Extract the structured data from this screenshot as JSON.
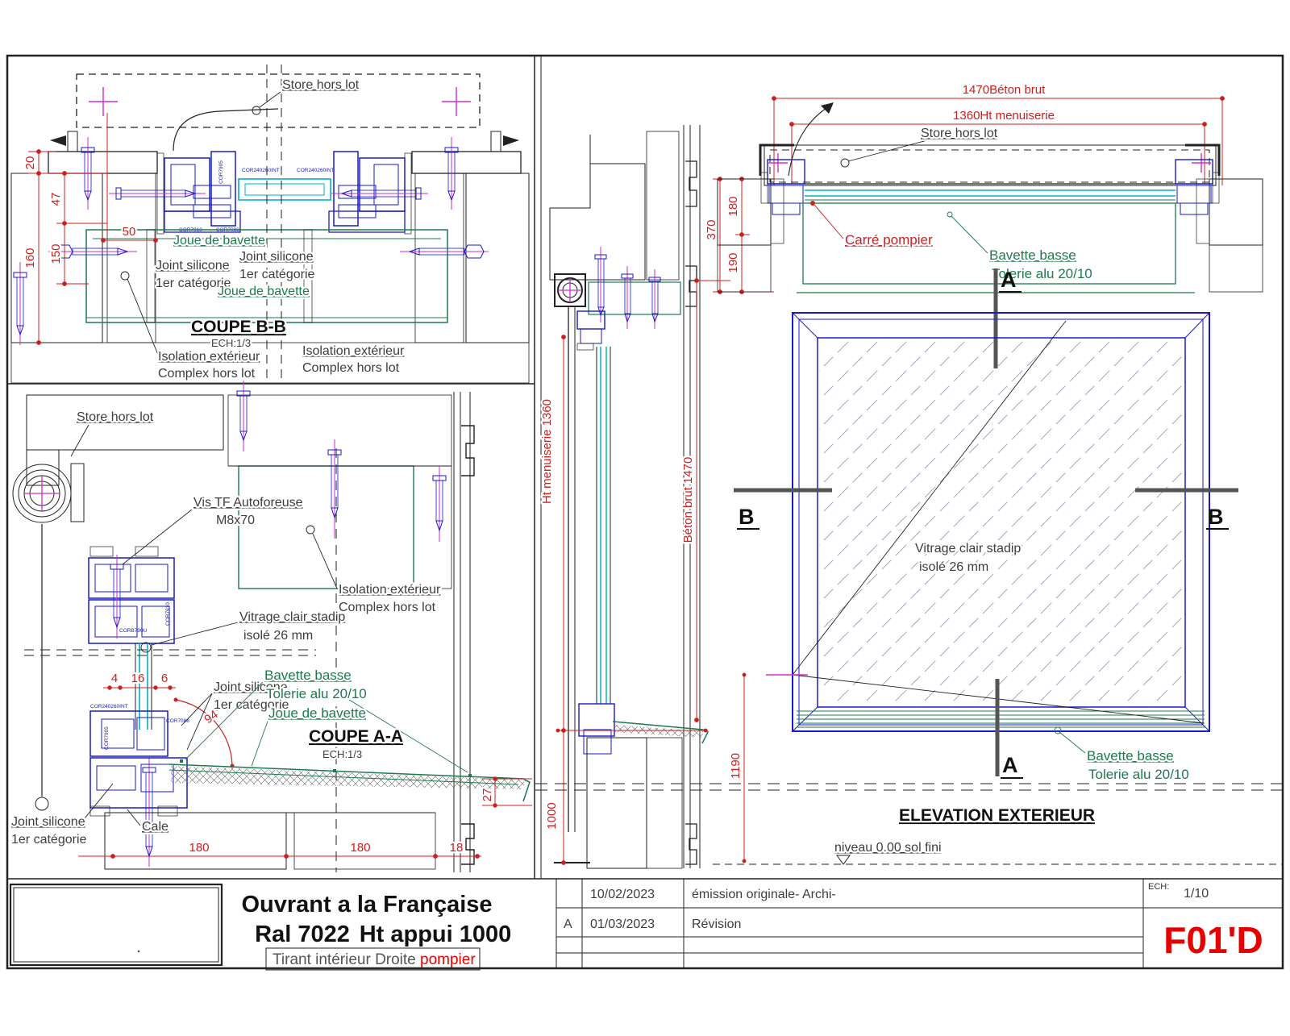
{
  "colors": {
    "dim_red": "#cc2020",
    "label_green": "#1d7a4e",
    "profile_blue": "#1a1acd",
    "glazing_cyan": "#00b0c8",
    "axis_magenta": "#cc2ecc",
    "label_gray": "#3d3d3d",
    "code_red": "#e80000"
  },
  "common": {
    "store": "Store hors lot",
    "joint_silicone": "Joint silicone",
    "joint_cat": "1er catégorie",
    "isolation_1": "Isolation extérieur",
    "isolation_2": "Complex hors lot",
    "bavette_1": "Bavette basse",
    "bavette_2": "Tolerie alu 20/10",
    "joue": "Joue de bavette",
    "vitrage_1": "Vitrage clair stadip",
    "vitrage_2": "isolé 26 mm",
    "ech13": "ECH:1/3"
  },
  "coupe_bb": {
    "title": "COUPE B-B",
    "dims": {
      "d20": "20",
      "d47": "47",
      "d150": "150",
      "d160": "160",
      "d50": "50"
    }
  },
  "coupe_aa": {
    "title": "COUPE A-A",
    "labels": {
      "vis_1": "Vis TF Autoforeuse",
      "vis_2": "M8x70",
      "cale": "Cale"
    },
    "dims": {
      "d4": "4",
      "d16": "16",
      "d6": "6",
      "angle": "94°",
      "d27": "27",
      "d180a": "180",
      "d180b": "180",
      "d18": "18"
    }
  },
  "section": {
    "dims": {
      "ht_menuiserie": "Ht menuiserie 1360",
      "beton_brut": "Béton brut 1470",
      "d1000": "1000"
    }
  },
  "plan": {
    "labels": {
      "carre_pompier": "Carré pompier"
    },
    "dims": {
      "beton": "1470Béton brut",
      "menuiserie": "1360Ht menuiserie",
      "d370": "370",
      "d180": "180",
      "d190": "190"
    }
  },
  "elevation": {
    "title": "ELEVATION EXTERIEUR",
    "niveau": "niveau 0.00 sol fini",
    "dims": {
      "d1190": "1190"
    },
    "marker_a": "A",
    "marker_b": "B"
  },
  "profiles": {
    "p1": "COR7905",
    "p2": "COR240260INT",
    "p3": "COR7910",
    "p4": "COR7088",
    "p5": "CORB790U"
  },
  "title_block": {
    "line1": "Ouvrant a la Française",
    "line2a": "Ral 7022",
    "line2b": "Ht appui 1000",
    "line3_gray": "Tirant intérieur Droite ",
    "line3_red": "pompier"
  },
  "revision_table": {
    "ech_label": "ECH:",
    "scale": "1/10",
    "code": "F01'D",
    "rows": [
      {
        "rev": "",
        "date": "10/02/2023",
        "desc": "émission originale- Archi-"
      },
      {
        "rev": "A",
        "date": "01/03/2023",
        "desc": "Révision"
      }
    ]
  }
}
